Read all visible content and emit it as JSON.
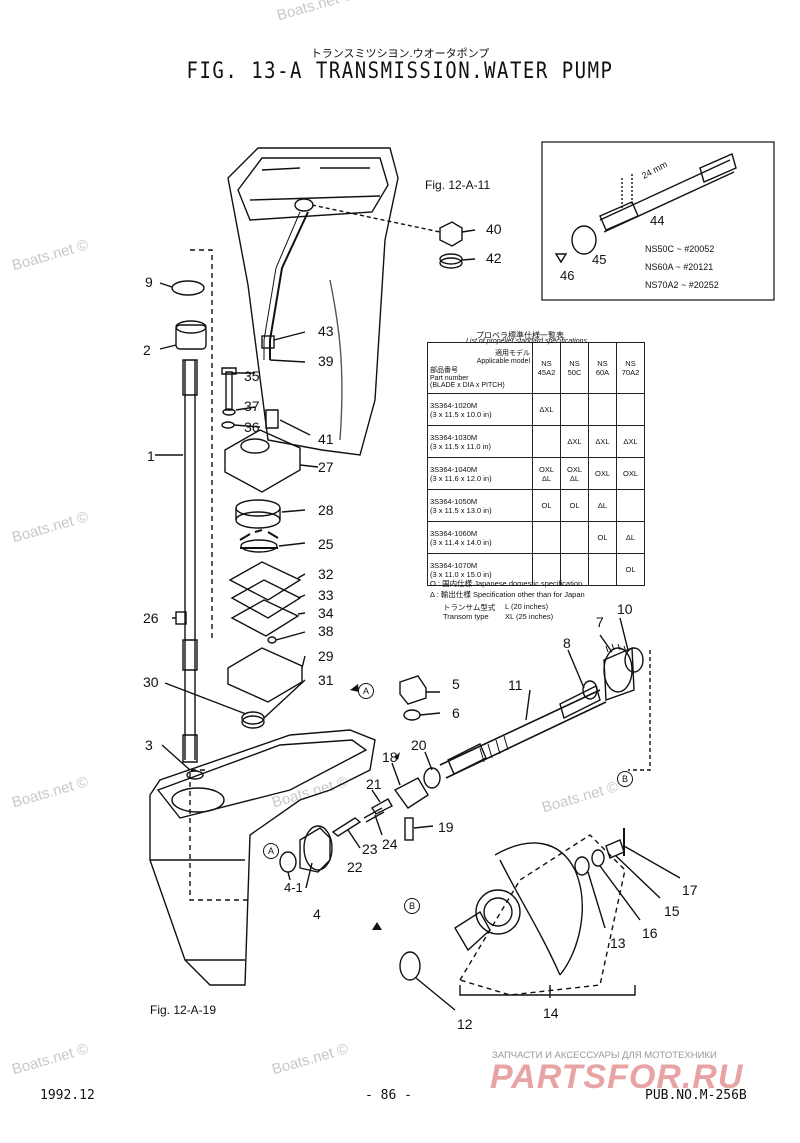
{
  "header": {
    "jp_subtitle": "トランスミツシヨン.ウオータポンプ",
    "title": "FIG. 13-A TRANSMISSION.WATER PUMP"
  },
  "watermarks": [
    "Boats.net ©",
    "Boats.net ©",
    "Boats.net ©",
    "Boats.net ©",
    "Boats.net ©",
    "Boats.net ©",
    "Boats.net ©",
    "Boats.net ©"
  ],
  "references": {
    "ref_top": "Fig. 12-A-11",
    "ref_bottom": "Fig. 12-A-19"
  },
  "part_callouts": [
    "1",
    "2",
    "3",
    "4",
    "4-1",
    "5",
    "6",
    "7",
    "8",
    "9",
    "10",
    "11",
    "12",
    "13",
    "14",
    "15",
    "16",
    "17",
    "18",
    "19",
    "20",
    "21",
    "22",
    "23",
    "24",
    "25",
    "26",
    "27",
    "28",
    "29",
    "30",
    "31",
    "32",
    "33",
    "34",
    "35",
    "36",
    "37",
    "38",
    "39",
    "40",
    "41",
    "42",
    "43",
    "44",
    "45",
    "46"
  ],
  "assembly_markers": {
    "A": "A",
    "B": "B"
  },
  "inset": {
    "dim_label": "24 mm",
    "parts": [
      "44",
      "45",
      "46"
    ],
    "notes": [
      "NS50C ~ #20052",
      "NS60A ~ #20121",
      "NS70A2 ~ #20252"
    ]
  },
  "spec_table": {
    "caption_jp": "プロペラ標準仕様一覧表",
    "caption_en": "List of propeller standard specifications",
    "header": {
      "col1_jp": "適用モデル",
      "col1_en": "Applicable model",
      "col2_jp": "部品番号",
      "col2_en": "Part number",
      "col3_en": "(BLADE x DIA x PITCH)",
      "models": [
        "NS 45A2",
        "NS 50C",
        "NS 60A",
        "NS 70A2"
      ]
    },
    "rows": [
      {
        "part": "3S364-1020M",
        "dims": "(3 x 11.5 x 10.0 in)",
        "cells": [
          "ΔXL",
          "",
          "",
          ""
        ]
      },
      {
        "part": "3S364-1030M",
        "dims": "(3 x 11.5 x 11.0 in)",
        "cells": [
          "",
          "ΔXL",
          "ΔXL",
          "ΔXL"
        ]
      },
      {
        "part": "3S364-1040M",
        "dims": "(3 x 11.6 x 12.0 in)",
        "cells": [
          "OXL ΔL",
          "OXL ΔL",
          "OXL",
          "OXL"
        ]
      },
      {
        "part": "3S364-1050M",
        "dims": "(3 x 11.5 x 13.0 in)",
        "cells": [
          "OL",
          "OL",
          "ΔL",
          ""
        ]
      },
      {
        "part": "3S364-1060M",
        "dims": "(3 x 11.4 x 14.0 in)",
        "cells": [
          "",
          "",
          "OL",
          "ΔL"
        ]
      },
      {
        "part": "3S364-1070M",
        "dims": "(3 x 11.0 x 15.0 in)",
        "cells": [
          "",
          "",
          "",
          "OL"
        ]
      }
    ],
    "legend": [
      {
        "sym": "O :",
        "jp": "国内仕様",
        "en": "Japanese domestic specification"
      },
      {
        "sym": "Δ :",
        "jp": "輸出仕様",
        "en": "Specification other than for Japan"
      }
    ],
    "transom": {
      "jp": "トランサム型式",
      "en": "Transom type",
      "L": "L  (20 inches)",
      "XL": "XL (25 inches)"
    }
  },
  "footer": {
    "date": "1992.12",
    "page": "- 86 -",
    "pub": "PUB.NO.M-256B",
    "site_sub": "ЗАПЧАСТИ И АКСЕССУАРЫ ДЛЯ МОТОТЕХНИКИ",
    "site_logo": "PARTSFOR.RU"
  }
}
